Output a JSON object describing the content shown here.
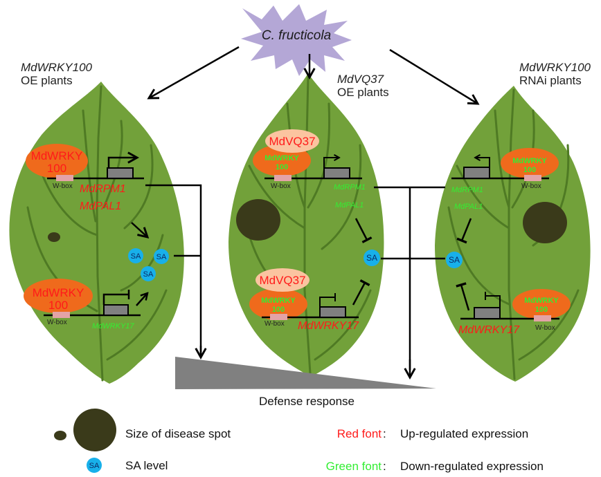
{
  "pathogen": {
    "label": "C. fructicola",
    "color": "#b4a7d6"
  },
  "colors": {
    "leaf": "#72a13a",
    "leaf_vein": "#4f7a24",
    "tf_oval": "#ef6a1c",
    "vq_oval": "#fbc4a0",
    "wbox": "#e3a3a7",
    "gene_box": "#808080",
    "spot": "#3a3a1a",
    "sa": "#18b0ea",
    "up_red": "#ff1a1a",
    "down_green": "#33ee33",
    "wedge": "#808080"
  },
  "panels": [
    {
      "title_gene": "MdWRKY100",
      "title_line2": "OE plants",
      "tf_label_line1": "MdWRKY",
      "tf_label_line2": "100",
      "tf_label_regulation": "up",
      "wbox_label": "W-box",
      "genes_upper": [
        "MdRPM1",
        "MdPAL1"
      ],
      "genes_upper_regulation": "up",
      "gene_lower": "MdWRKY17",
      "gene_lower_regulation": "down",
      "sa_labels": [
        "SA",
        "SA",
        "SA"
      ],
      "disease_spot": "small"
    },
    {
      "title_gene": "MdVQ37",
      "title_line2": "OE plants",
      "vq_label": "MdVQ37",
      "vq_label_regulation": "up",
      "tf_label_line1": "MdWRKY",
      "tf_label_line2": "100",
      "tf_label_regulation": "down",
      "wbox_label": "W-box",
      "genes_upper": [
        "MdRPM1",
        "MdPAL1"
      ],
      "genes_upper_regulation": "down",
      "gene_lower": "MdWRKY17",
      "gene_lower_regulation": "up",
      "sa_labels": [
        "SA"
      ],
      "disease_spot": "large"
    },
    {
      "title_gene": "MdWRKY100",
      "title_line2": "RNAi plants",
      "tf_label_line1": "MdWRKY",
      "tf_label_line2": "100",
      "tf_label_regulation": "down",
      "wbox_label": "W-box",
      "genes_upper": [
        "MdRPM1",
        "MdPAL1"
      ],
      "genes_upper_regulation": "down",
      "gene_lower": "MdWRKY17",
      "gene_lower_regulation": "up",
      "sa_labels": [
        "SA"
      ],
      "disease_spot": "large"
    }
  ],
  "defense": {
    "label": "Defense response"
  },
  "legend": {
    "spot_label": "Size of disease spot",
    "sa_icon_label": "SA",
    "sa_label": "SA level",
    "red_key": "Red font",
    "red_desc": "Up-regulated expression",
    "green_key": "Green font",
    "green_desc": "Down-regulated expression",
    "colon": ":"
  }
}
